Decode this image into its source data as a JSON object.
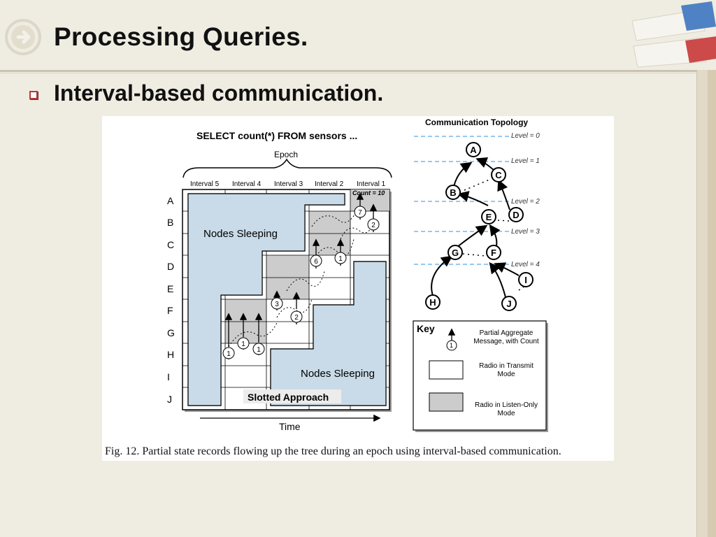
{
  "slide": {
    "title": "Processing Queries.",
    "subtitle": "Interval-based communication."
  },
  "figure": {
    "query": "SELECT count(*) FROM sensors ...",
    "epoch_label": "Epoch",
    "intervals": [
      "Interval 5",
      "Interval 4",
      "Interval 3",
      "Interval 2",
      "Interval 1"
    ],
    "count_label": "Count = 10",
    "rows": [
      "A",
      "B",
      "C",
      "D",
      "E",
      "F",
      "G",
      "H",
      "I",
      "J"
    ],
    "sleeping_top": "Nodes Sleeping",
    "sleeping_bottom": "Nodes Sleeping",
    "slotted": "Slotted Approach",
    "time_label": "Time",
    "message_counts": [
      "1",
      "1",
      "1",
      "2",
      "3",
      "1",
      "6",
      "2",
      "7"
    ],
    "topology": {
      "title": "Communication Topology",
      "levels": [
        "Level = 0",
        "Level = 1",
        "Level = 2",
        "Level = 3",
        "Level = 4"
      ],
      "nodes": [
        "A",
        "B",
        "C",
        "D",
        "E",
        "F",
        "G",
        "H",
        "I",
        "J"
      ]
    },
    "key": {
      "title": "Key",
      "message": "Partial Aggregate Message, with Count",
      "message_line1": "Partial Aggregate",
      "message_line2": "Message, with Count",
      "message_sample": "1",
      "transmit_line1": "Radio in Transmit",
      "transmit_line2": "Mode",
      "listen_line1": "Radio in Listen-Only",
      "listen_line2": "Mode"
    },
    "caption": "Fig. 12.    Partial state records flowing up the tree during an epoch using interval-based communication."
  },
  "colors": {
    "background": "#efece2",
    "sleeping": "#c9dbe8",
    "listen": "#cccccc",
    "bullet": "#b33b3b",
    "level_line": "#5aa6e6"
  }
}
